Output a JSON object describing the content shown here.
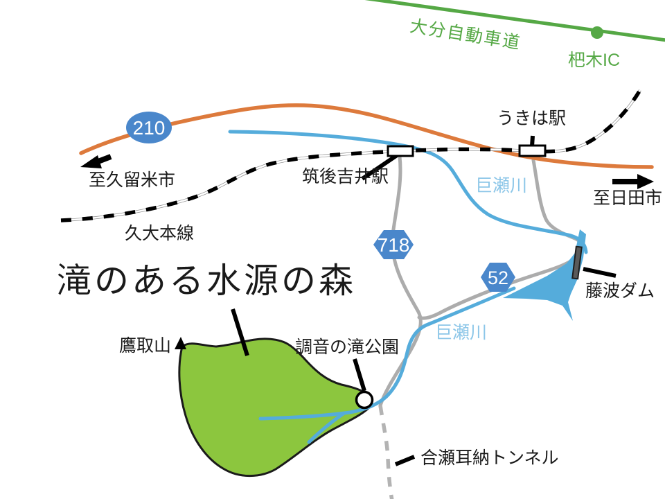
{
  "title": {
    "text": "滝のある水源の森",
    "color": "#E01818"
  },
  "expressway": {
    "name": "大分自動車道",
    "interchange": "杷木IC",
    "color": "#55A845"
  },
  "national_road": {
    "badge": "210",
    "to_left": "至久留米市",
    "to_right": "至日田市",
    "color": "#DD7A3C"
  },
  "railway": {
    "name": "久大本線",
    "station_chikugo_yoshii": "筑後吉井駅",
    "station_ukiha": "うきは駅"
  },
  "river": {
    "name": "巨瀬川",
    "color": "#55ACDB",
    "label_color": "#8CC6E8"
  },
  "local_roads": {
    "badge_718": "718",
    "badge_52": "52",
    "badge_color": "#4A87CB",
    "road_color": "#ACACAC"
  },
  "landmarks": {
    "dam": "藤波ダム",
    "mountain": "鷹取山",
    "park": "調音の滝公園",
    "tunnel": "合瀬耳納トンネル",
    "forest_color": "#8CC63E"
  }
}
